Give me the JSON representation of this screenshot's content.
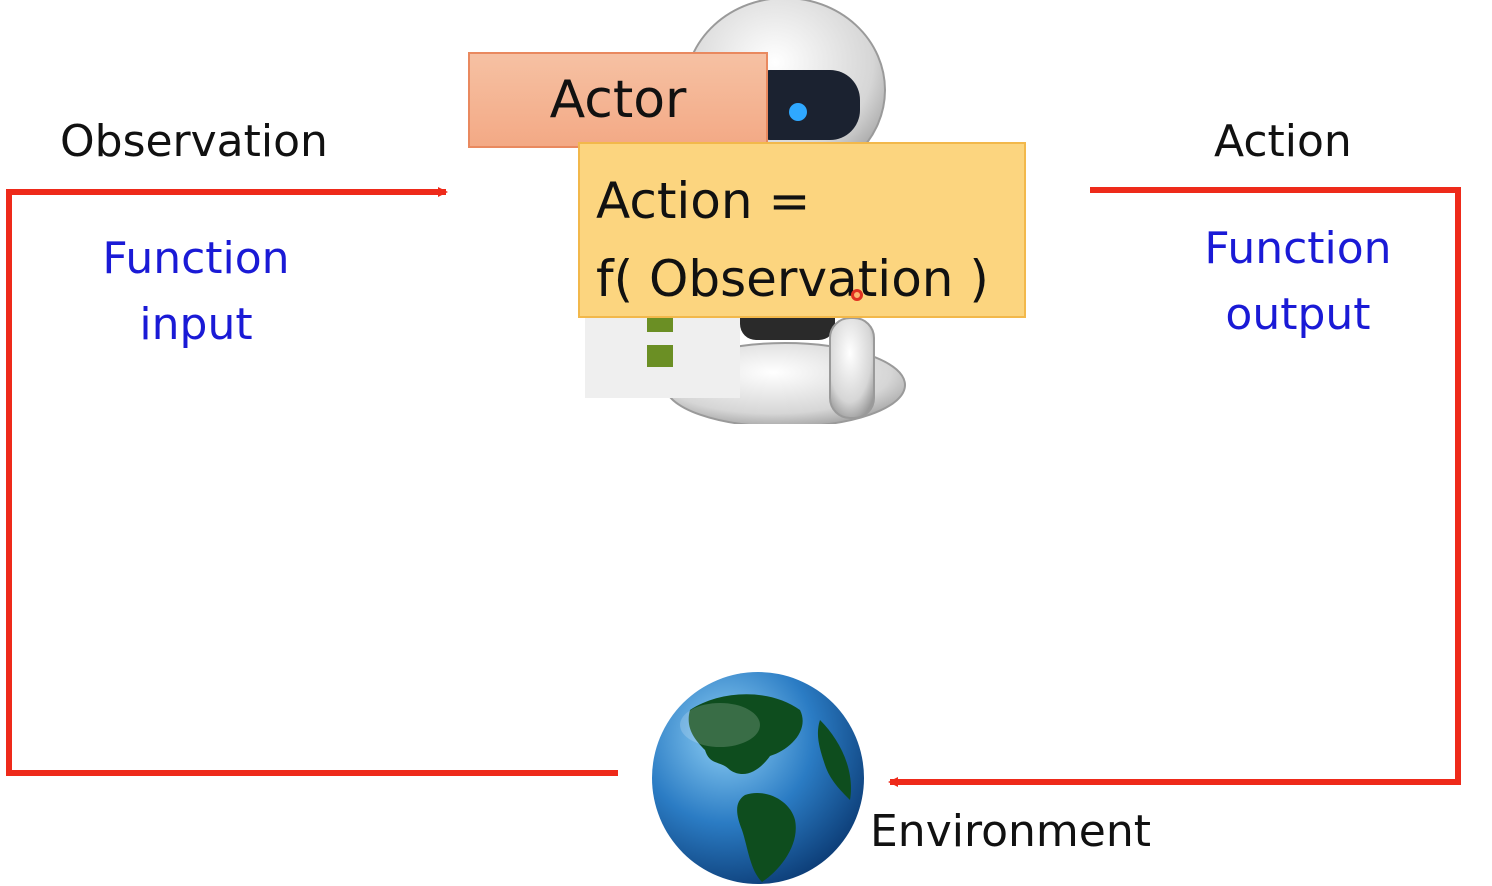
{
  "observation": "Observation",
  "action": "Action",
  "function_input": [
    "Function",
    "input"
  ],
  "function_output": [
    "Function",
    "output"
  ],
  "actor": "Actor",
  "formula": [
    "Action =",
    "f( Observation )"
  ],
  "environment": "Environment",
  "colors": {
    "arrow": "#ee2a1a",
    "function_text": "#1a1ad6",
    "actor_box": "#f3a985",
    "formula_box": "#fcd57f"
  },
  "icons": {
    "robot": "robot-icon",
    "globe": "globe-icon"
  }
}
